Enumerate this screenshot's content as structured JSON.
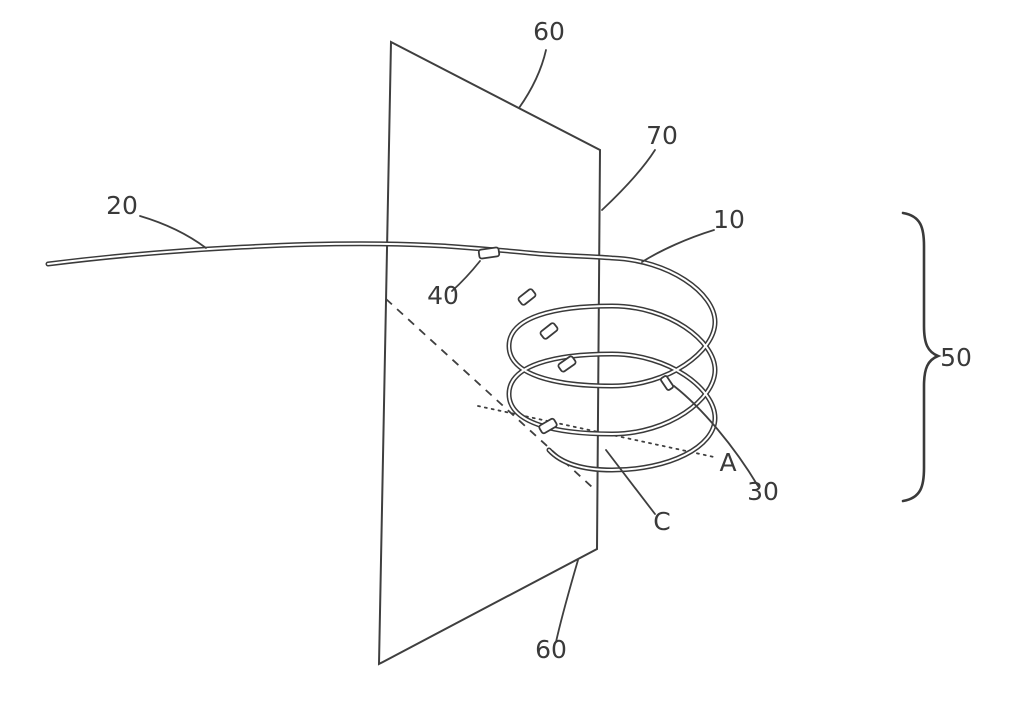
{
  "figure": {
    "type": "patent-line-drawing",
    "description": "Helical coil lead (10) attached to lead body (20) passing through a planar membrane (60/70), with electrodes (30/40), coil span brace (50), axis A and curve C.",
    "background": "#ffffff",
    "line_color": "#3a3a3a",
    "labels": {
      "top_60": "60",
      "r70": "70",
      "l20": "20",
      "r10": "10",
      "l40": "40",
      "axis_a": "A",
      "r30": "30",
      "curve_c": "C",
      "bottom_60": "60",
      "brace_50": "50"
    }
  }
}
